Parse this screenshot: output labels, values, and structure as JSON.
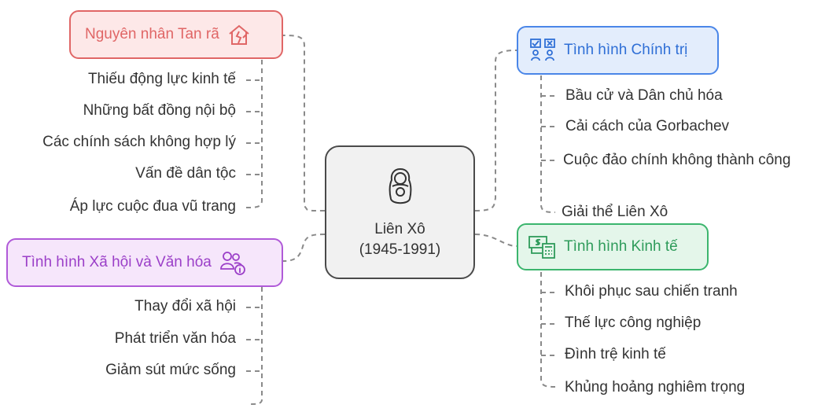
{
  "center": {
    "title": "Liên Xô",
    "subtitle": "(1945-1991)",
    "icon": "matryoshka-doll-icon"
  },
  "branches": {
    "causes": {
      "label": "Nguyên nhân Tan rã",
      "icon": "broken-house-icon",
      "color": "#e06666",
      "fill": "#fde8e8",
      "items": [
        "Thiếu động lực kinh tế",
        "Những bất đồng nội bộ",
        "Các chính sách không hợp lý",
        "Vấn đề dân tộc",
        "Áp lực cuộc đua vũ trang"
      ]
    },
    "politics": {
      "label": "Tình hình Chính trị",
      "icon": "voting-checklist-icon",
      "color": "#4a86e8",
      "fill": "#e3edfc",
      "items": [
        "Bầu cử và Dân chủ hóa",
        "Cải cách của Gorbachev",
        "Cuộc đảo chính không thành công",
        "Giải thể Liên Xô"
      ]
    },
    "society": {
      "label": "Tình hình Xã hội và Văn hóa",
      "icon": "people-info-icon",
      "color": "#b05ad8",
      "fill": "#f6e6fb",
      "items": [
        "Thay đổi xã hội",
        "Phát triển văn hóa",
        "Giảm sút mức sống"
      ]
    },
    "economy": {
      "label": "Tình hình Kinh tế",
      "icon": "money-calculator-icon",
      "color": "#3bb56d",
      "fill": "#e4f6ea",
      "items": [
        "Khôi phục sau chiến tranh",
        "Thế lực công nghiệp",
        "Đình trệ kinh tế",
        "Khủng hoảng nghiêm trọng"
      ]
    }
  }
}
